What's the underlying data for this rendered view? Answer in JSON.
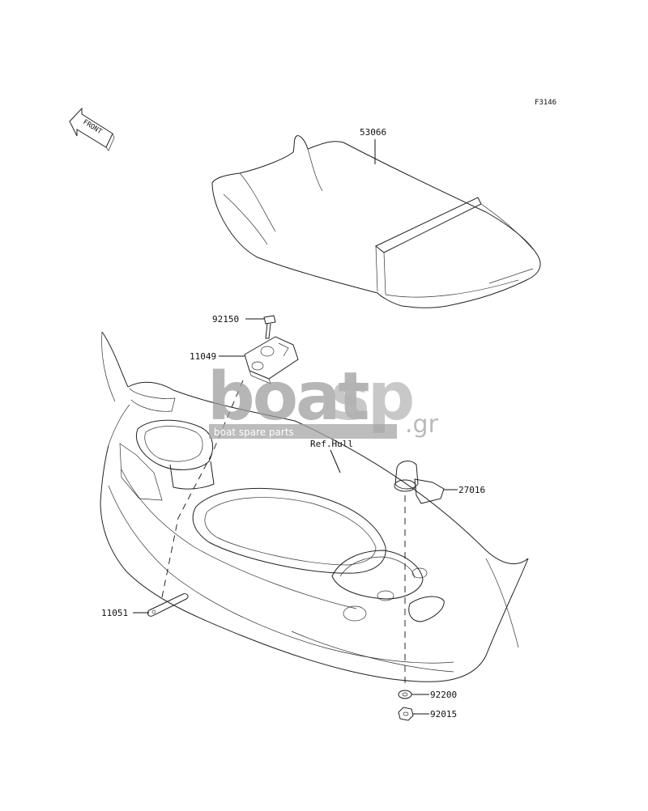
{
  "figure_code": "F3146",
  "front_arrow_text": "FRONT",
  "reference_label": "Ref.Hull",
  "parts": [
    {
      "id": "seat",
      "number": "53066"
    },
    {
      "id": "bolt",
      "number": "92150"
    },
    {
      "id": "bracket",
      "number": "11049"
    },
    {
      "id": "strap",
      "number": "11051"
    },
    {
      "id": "knob",
      "number": "27016"
    },
    {
      "id": "washer",
      "number": "92200"
    },
    {
      "id": "nut",
      "number": "92015"
    }
  ],
  "watermark": {
    "brand_left": "boat",
    "brand_right": "sp",
    "domain": ".gr",
    "tagline": "boat spare parts"
  }
}
